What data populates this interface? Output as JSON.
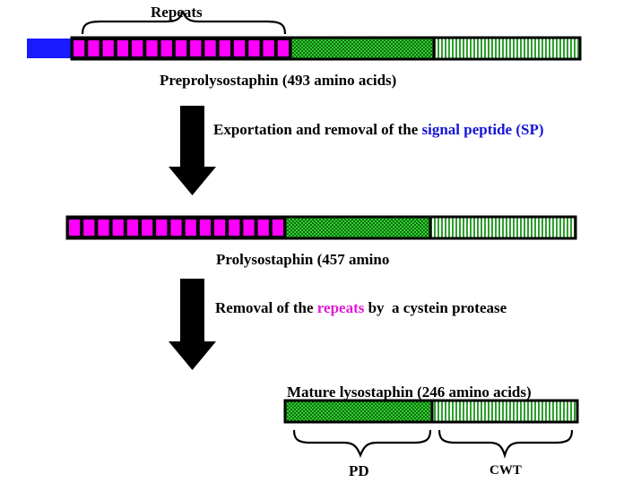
{
  "labels": {
    "repeats_brace": "Repeats",
    "preprolysostaphin": "Preprolysostaphin (493 amino acids)",
    "prolysostaphin": "Prolysostaphin (457 amino",
    "mature": "Mature lysostaphin (246 amino acids)",
    "pd": "PD",
    "cwt": "CWT"
  },
  "step1": {
    "prefix": "Exportation and removal of the ",
    "highlight": "signal peptide (SP)"
  },
  "step2": {
    "prefix": "Removal of the ",
    "highlight": "repeats",
    "suffix": " by  a cystein protease"
  },
  "colors": {
    "signal_peptide": "#1a1aff",
    "repeats": "#ff00ff",
    "propeptide_domain": "#33cc33",
    "cell_wall_targeting": "#2e9e2e",
    "highlight_blue": "#1414d8",
    "highlight_magenta": "#e01ad8"
  }
}
